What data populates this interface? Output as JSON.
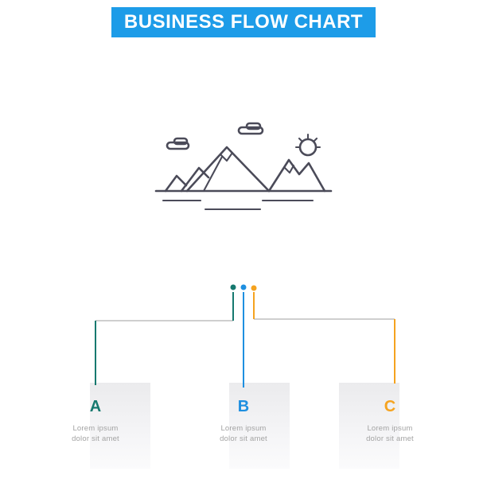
{
  "banner": {
    "title": "BUSINESS FLOW CHART"
  },
  "icon": {
    "name": "mountain-landscape-icon"
  },
  "flow": {
    "nodes": [
      {
        "label": "A",
        "desc": [
          "Lorem ipsum",
          "dolor sit amet"
        ],
        "color_key": "teal"
      },
      {
        "label": "B",
        "desc": [
          "Lorem ipsum",
          "dolor sit amet"
        ],
        "color_key": "blue"
      },
      {
        "label": "C",
        "desc": [
          "Lorem ipsum",
          "dolor sit amet"
        ],
        "color_key": "orange"
      }
    ]
  },
  "colors": {
    "banner-blue": "#1d9ce8",
    "teal": "#16796f",
    "blue": "#1e8fe0",
    "orange": "#f5a31f",
    "line-gray": "#cfcfcf",
    "icon-stroke": "#4b4b59",
    "muted-text": "#a3a3a3"
  }
}
